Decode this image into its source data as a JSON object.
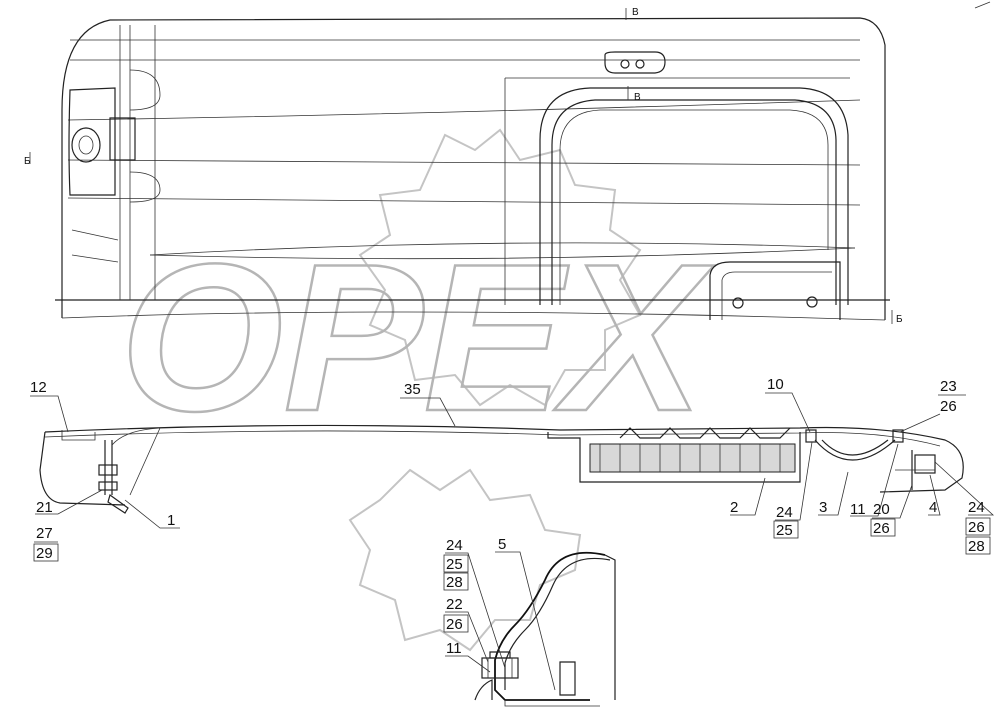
{
  "section_marks": {
    "top": "В",
    "middle": "В",
    "left": "Б",
    "right": "Б"
  },
  "callouts": {
    "c12": "12",
    "c35": "35",
    "c10": "10",
    "c23": "23",
    "c26a": "26",
    "c21": "21",
    "c27": "27",
    "c29": "29",
    "c1": "1",
    "c2": "2",
    "c24a": "24",
    "c25a": "25",
    "c3": "3",
    "c11a": "11",
    "c20": "20",
    "c26b": "26",
    "c4": "4",
    "c24b": "24",
    "c26c": "26",
    "c28a": "28",
    "c24c": "24",
    "c25b": "25",
    "c28b": "28",
    "c5": "5",
    "c22": "22",
    "c26d": "26",
    "c11b": "11"
  },
  "watermark": {
    "logo_text": "OPEX"
  }
}
